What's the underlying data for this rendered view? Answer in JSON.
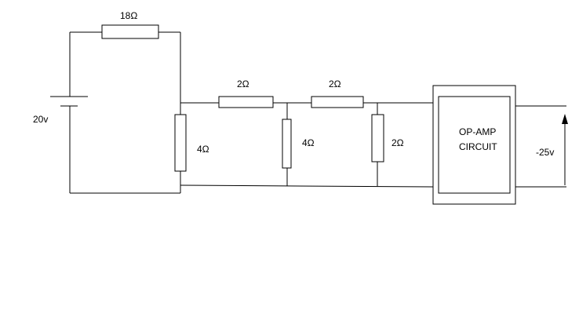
{
  "source": {
    "voltage_label": "20v"
  },
  "resistors": {
    "top_loop": "18Ω",
    "shunt_left": "4Ω",
    "series_1": "2Ω",
    "shunt_middle": "4Ω",
    "series_2": "2Ω",
    "shunt_right": "2Ω"
  },
  "opamp": {
    "line1": "OP-AMP",
    "line2": "CIRCUIT"
  },
  "output": {
    "voltage_label": "-25v"
  }
}
